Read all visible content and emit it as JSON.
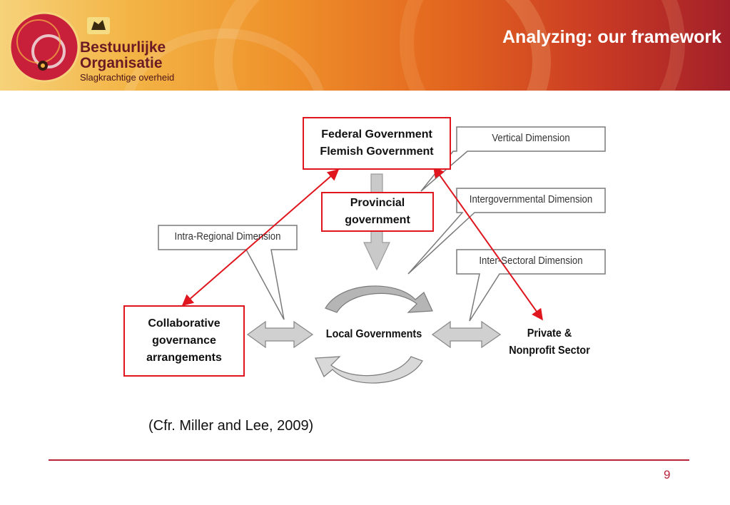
{
  "header": {
    "title": "Analyzing: our framework",
    "logo": {
      "line1": "Bestuurlijke",
      "line2": "Organisatie",
      "line3": "Slagkrachtige overheid"
    }
  },
  "diagram": {
    "boxes": {
      "federal_line1": "Federal Government",
      "federal_line2": "Flemish Government",
      "provincial_line1": "Provincial",
      "provincial_line2": "government",
      "collab_line1": "Collaborative",
      "collab_line2": "governance",
      "collab_line3": "arrangements"
    },
    "labels": {
      "local": "Local Governments",
      "private_line1": "Private &",
      "private_line2": "Nonprofit Sector"
    },
    "callouts": {
      "vertical": "Vertical Dimension",
      "intergovernmental": "Intergovernmental Dimension",
      "intra_regional": "Intra-Regional Dimension",
      "inter_sectoral": "Inter-Sectoral Dimension"
    },
    "colors": {
      "accent_red": "#e0161f",
      "arrow_gray": "#bdbdbd",
      "outline_gray": "#7a7a7a"
    }
  },
  "citation": "(Cfr. Miller and Lee, 2009)",
  "footer": {
    "page_number": "9"
  }
}
